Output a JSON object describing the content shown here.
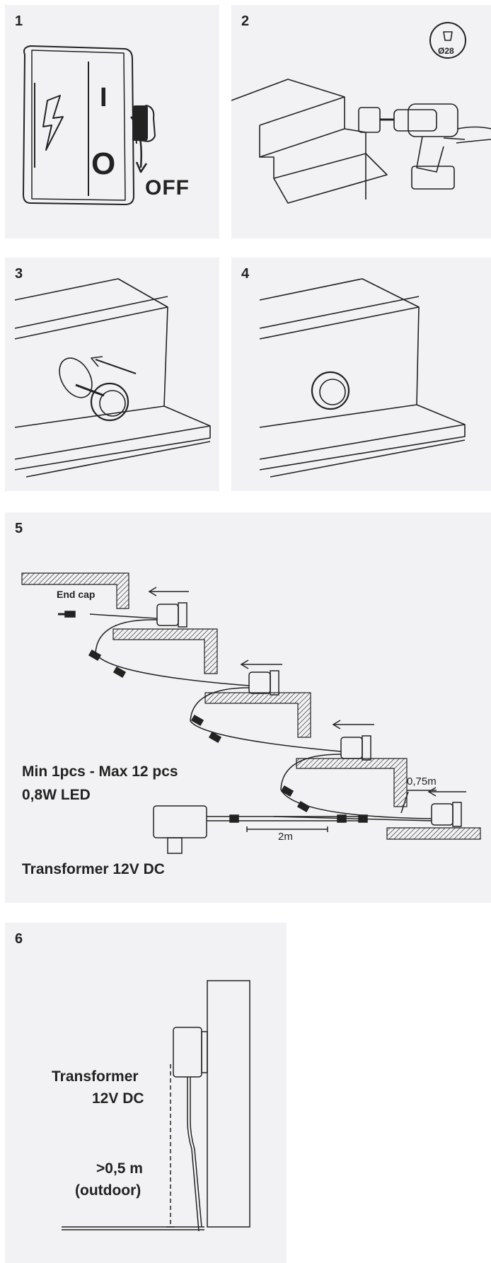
{
  "steps": [
    {
      "number": "1",
      "text": {
        "off": "OFF",
        "switch_symbol": "O",
        "switch_on": "I"
      }
    },
    {
      "number": "2",
      "text": {
        "drill_size": "Ø28"
      }
    },
    {
      "number": "3",
      "text": {}
    },
    {
      "number": "4",
      "text": {}
    },
    {
      "number": "5",
      "text": {
        "end_cap": "End cap",
        "led_count": "Min 1pcs - Max 12 pcs",
        "led_power": "0,8W LED",
        "cable_length": "2m",
        "spacing": "0,75m",
        "transformer": "Transformer 12V DC"
      }
    },
    {
      "number": "6",
      "text": {
        "transformer_line1": "Transformer",
        "transformer_line2": "12V DC",
        "height_line1": ">0,5 m",
        "height_line2": "(outdoor)"
      }
    }
  ]
}
